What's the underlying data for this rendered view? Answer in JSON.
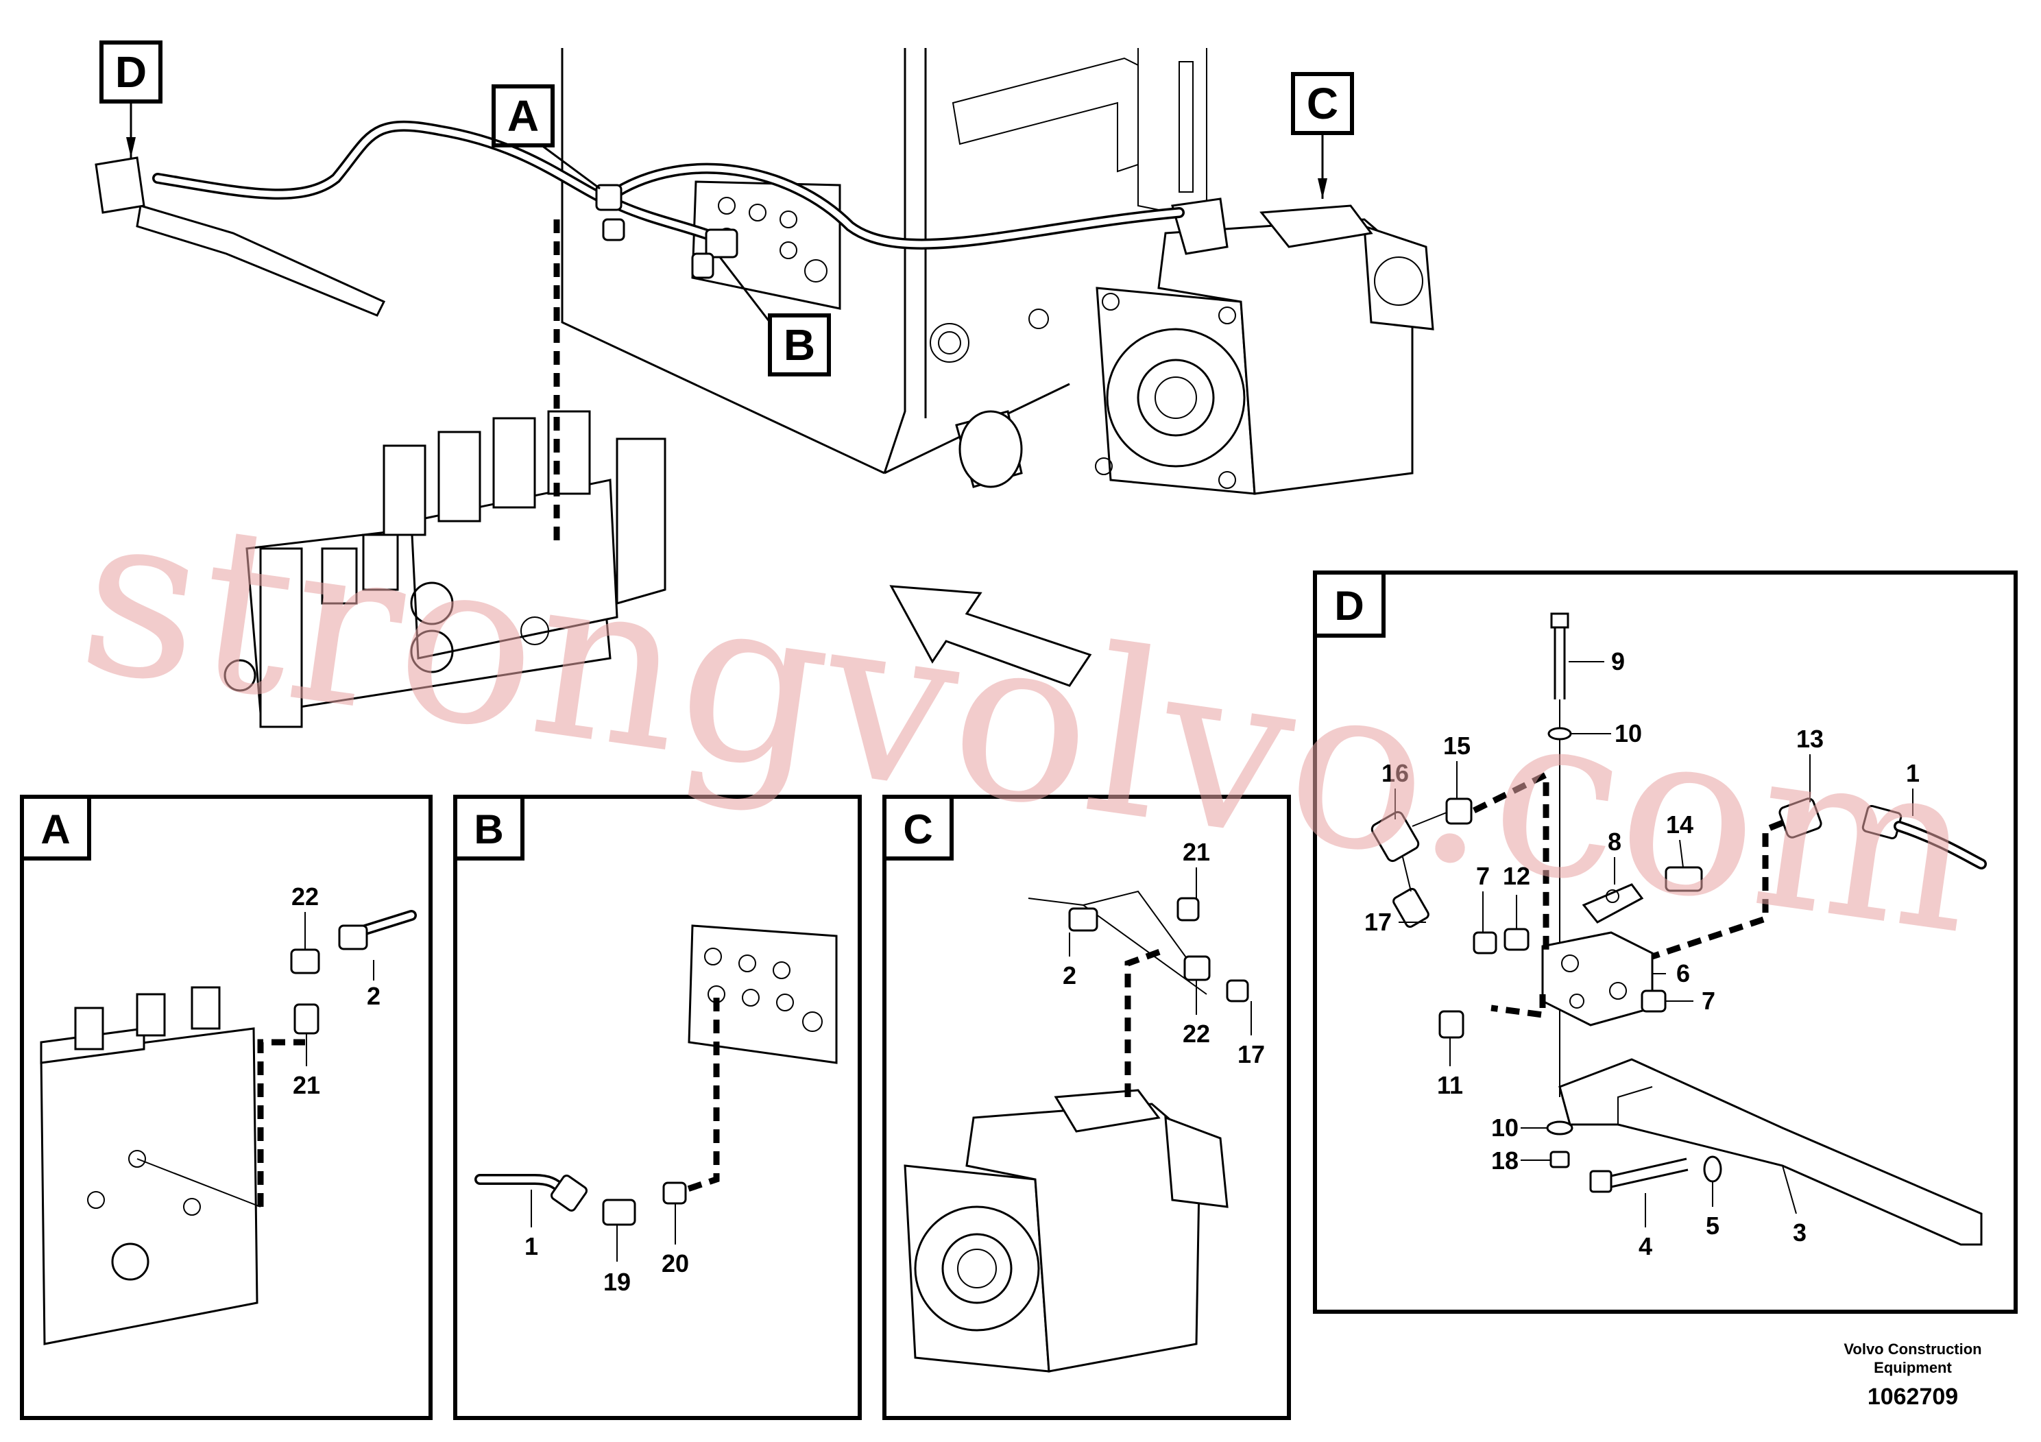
{
  "overview": {
    "view_labels": [
      "D",
      "A",
      "C",
      "B"
    ]
  },
  "panels": {
    "A": {
      "title": "A",
      "callouts": [
        "22",
        "2",
        "21"
      ]
    },
    "B": {
      "title": "B",
      "callouts": [
        "1",
        "19",
        "20"
      ]
    },
    "C": {
      "title": "C",
      "callouts": [
        "21",
        "2",
        "22",
        "17"
      ]
    },
    "D": {
      "title": "D",
      "callouts": [
        "9",
        "10",
        "15",
        "16",
        "13",
        "1",
        "14",
        "8",
        "7",
        "12",
        "17",
        "6",
        "7",
        "11",
        "10",
        "18",
        "4",
        "5",
        "3"
      ]
    }
  },
  "watermark": "strongvolvo.com",
  "footer": {
    "brand_line1": "Volvo Construction",
    "brand_line2": "Equipment",
    "drawing_number": "1062709"
  }
}
